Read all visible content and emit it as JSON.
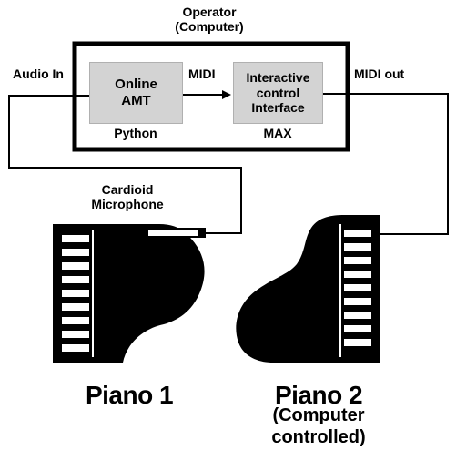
{
  "operator": {
    "line1": "Operator",
    "line2": "(Computer)"
  },
  "audio_in": "Audio In",
  "midi": "MIDI",
  "midi_out": "MIDI out",
  "amt_box": {
    "line1": "Online",
    "line2": "AMT",
    "caption": "Python"
  },
  "control_box": {
    "line1": "Interactive",
    "line2": "control",
    "line3": "Interface",
    "caption": "MAX"
  },
  "microphone": {
    "line1": "Cardioid",
    "line2": "Microphone"
  },
  "piano1": {
    "label": "Piano 1"
  },
  "piano2": {
    "label": "Piano 2",
    "sub1": "(Computer",
    "sub2": "controlled)"
  },
  "colors": {
    "line": "#000000",
    "box_fill": "#d3d3d3",
    "background": "#ffffff"
  },
  "icons": [
    "grand-piano-icon",
    "microphone-icon",
    "arrow-icon"
  ]
}
